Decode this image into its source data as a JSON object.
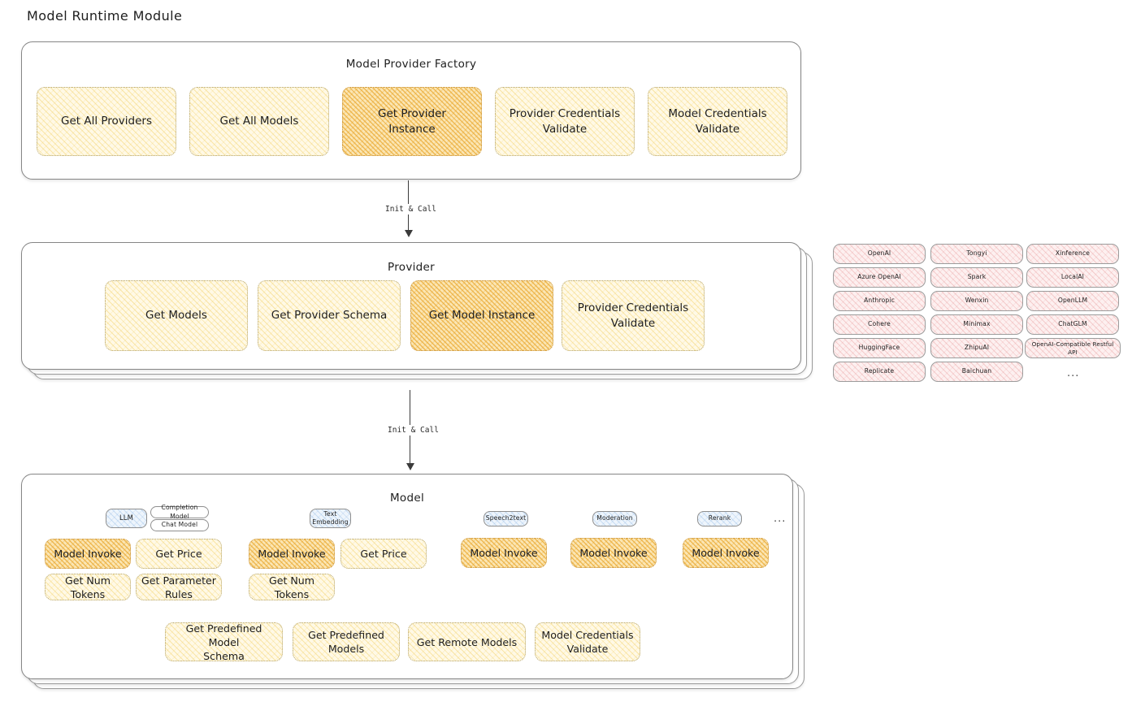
{
  "page": {
    "title": "Model Runtime Module"
  },
  "factory": {
    "title": "Model Provider Factory",
    "nodes": [
      {
        "label": "Get All Providers",
        "highlight": false
      },
      {
        "label": "Get All Models",
        "highlight": false
      },
      {
        "label": "Get Provider\nInstance",
        "highlight": true
      },
      {
        "label": "Provider Credentials\nValidate",
        "highlight": false
      },
      {
        "label": "Model Credentials\nValidate",
        "highlight": false
      }
    ]
  },
  "arrows": [
    {
      "label": "Init & Call"
    },
    {
      "label": "Init & Call"
    }
  ],
  "provider": {
    "title": "Provider",
    "nodes": [
      {
        "label": "Get Models",
        "highlight": false
      },
      {
        "label": "Get Provider Schema",
        "highlight": false
      },
      {
        "label": "Get Model Instance",
        "highlight": true
      },
      {
        "label": "Provider Credentials\nValidate",
        "highlight": false
      }
    ]
  },
  "provider_list": {
    "columns": [
      {
        "items": [
          "OpenAI",
          "Azure OpenAI",
          "Anthropic",
          "Cohere",
          "HuggingFace",
          "Replicate"
        ]
      },
      {
        "items": [
          "Tongyi",
          "Spark",
          "Wenxin",
          "Minimax",
          "ZhipuAI",
          "Baichuan"
        ]
      },
      {
        "items": [
          "Xinference",
          "LocalAI",
          "OpenLLM",
          "ChatGLM",
          "OpenAI-Compatible Restful API"
        ]
      }
    ],
    "more": "..."
  },
  "model": {
    "title": "Model",
    "more": "...",
    "types": [
      {
        "badge": "LLM",
        "sub_badges": [
          "Completion Model",
          "Chat Model"
        ],
        "methods": [
          {
            "label": "Model Invoke",
            "highlight": true
          },
          {
            "label": "Get Price",
            "highlight": false
          },
          {
            "label": "Get Num Tokens",
            "highlight": false
          },
          {
            "label": "Get Parameter\nRules",
            "highlight": false
          }
        ]
      },
      {
        "badge": "Text\nEmbedding",
        "sub_badges": [],
        "methods": [
          {
            "label": "Model Invoke",
            "highlight": true
          },
          {
            "label": "Get Price",
            "highlight": false
          },
          {
            "label": "Get Num Tokens",
            "highlight": false
          }
        ]
      },
      {
        "badge": "Speech2text",
        "sub_badges": [],
        "methods": [
          {
            "label": "Model Invoke",
            "highlight": false
          }
        ]
      },
      {
        "badge": "Moderation",
        "sub_badges": [],
        "methods": [
          {
            "label": "Model Invoke",
            "highlight": false
          }
        ]
      },
      {
        "badge": "Rerank",
        "sub_badges": [],
        "methods": [
          {
            "label": "Model Invoke",
            "highlight": false
          }
        ]
      }
    ],
    "common_methods": [
      {
        "label": "Get Predefined Model\nSchema"
      },
      {
        "label": "Get Predefined\nModels"
      },
      {
        "label": "Get Remote Models"
      },
      {
        "label": "Model Credentials\nValidate"
      }
    ]
  },
  "colors": {
    "highlight_fill": "#fbe6b4",
    "node_fill": "#fff9e6",
    "provider_fill": "#fdf0f0",
    "badge_fill": "#eef5fc",
    "stroke": "#1e1e1e"
  }
}
